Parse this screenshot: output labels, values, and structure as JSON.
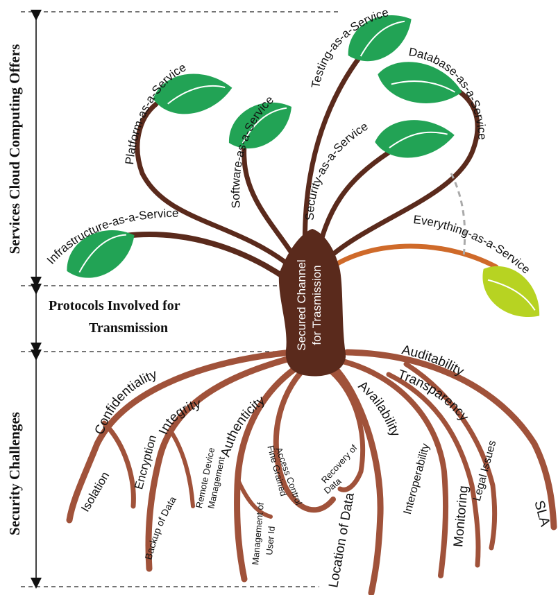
{
  "side_labels": {
    "services": "Services Cloud Computing Offers",
    "protocols_line1": "Protocols Involved for",
    "protocols_line2": "Transmission",
    "security": "Security Challenges"
  },
  "trunk": {
    "line1": "Secured Channel",
    "line2": "for Trasmission"
  },
  "services": {
    "iaas": "Infrastructure-as-a-Service",
    "paas": "Platform-as-a-Service",
    "saas": "Software-as-a-Service",
    "taas": "Testing-as-a-Service",
    "dbaas": "Database-as-a-Service",
    "secaas": "Security-as-a-Service",
    "xaas": "Everything-as-a-Service"
  },
  "challenges": {
    "confidentiality": "Confidentiality",
    "integrity": "Integrity",
    "authenticity": "Authenticity",
    "availability": "Availability",
    "transparency": "Transparency",
    "auditability": "Auditability"
  },
  "sub_challenges": {
    "isolation": "Isolation",
    "encryption": "Encryption",
    "backup": "Backup of Data",
    "remote1": "Remote Device",
    "remote2": "Management",
    "mgmt1": "Management of",
    "mgmt2": "User Id",
    "fine1": "Fine Grained",
    "fine2": "Access Control",
    "recovery1": "Recovery of",
    "recovery2": "Data",
    "location": "Location of Data",
    "interop": "Interoperability",
    "monitoring": "Monitoring",
    "legal": "Legal Issues",
    "sla": "SLA"
  },
  "colors": {
    "trunk": "#5a2a1c",
    "root": "#a0523a",
    "leaf": "#22a355",
    "leaf_light": "#b7d322",
    "branch_orange": "#cf6a2a"
  }
}
